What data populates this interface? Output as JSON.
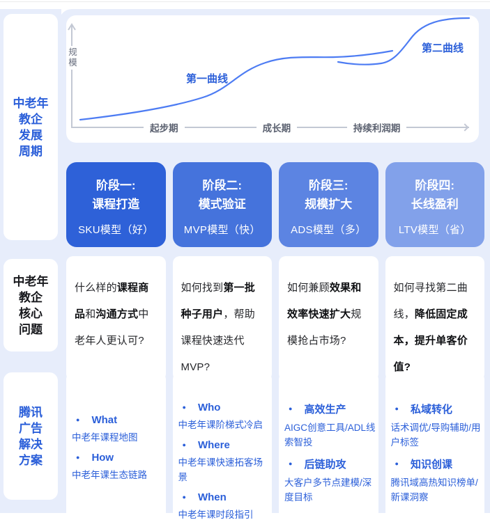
{
  "meta": {
    "panel_color": "#e7edfb",
    "accent_blue": "#2b5fd9",
    "curve_color": "#4d7cf3"
  },
  "sidebar": {
    "sections": [
      {
        "id": "dev-cycle",
        "lines": [
          "中老年",
          "教企",
          "发展",
          "周期"
        ],
        "color": "#2b5fd9"
      },
      {
        "id": "core-issue",
        "lines": [
          "中老年",
          "教企",
          "核心",
          "问题"
        ],
        "color": "#17181c"
      },
      {
        "id": "solutions",
        "lines": [
          "腾讯",
          "广告",
          "解决",
          "方案"
        ],
        "color": "#2b5fd9"
      }
    ]
  },
  "chart": {
    "type": "line",
    "y_axis_label_lines": [
      "规",
      "模"
    ],
    "phases": [
      "起步期",
      "成长期",
      "持续利润期"
    ],
    "curves": [
      {
        "name": "第一曲线"
      },
      {
        "name": "第二曲线"
      }
    ],
    "description": "两条S型增长曲线：第一曲线自起步期缓慢爬升并在成长期陡增后趋平，第二曲线在持续利润期启动并快速上升"
  },
  "stages": [
    {
      "title_line1": "阶段一:",
      "title_line2": "课程打造",
      "model": "SKU模型（好）",
      "header_color": "#2e61d8",
      "question": [
        {
          "t": "什么样的",
          "b": false
        },
        {
          "t": "课程商品",
          "b": true
        },
        {
          "t": "和",
          "b": false
        },
        {
          "t": "沟通方式",
          "b": true
        },
        {
          "t": "中老年人更认可?",
          "b": false
        }
      ],
      "solutions": [
        {
          "keyword": "What",
          "desc": "中老年课程地图"
        },
        {
          "keyword": "How",
          "desc": "中老年课生态链路"
        }
      ]
    },
    {
      "title_line1": "阶段二:",
      "title_line2": "模式验证",
      "model": "MVP模型（快）",
      "header_color": "#4573dc",
      "question": [
        {
          "t": "如何找到",
          "b": false
        },
        {
          "t": "第一批种子用户",
          "b": true
        },
        {
          "t": "，帮助课程快速迭代MVP?",
          "b": false
        }
      ],
      "solutions": [
        {
          "keyword": "Who",
          "desc": "中老年课阶梯式冷启"
        },
        {
          "keyword": "Where",
          "desc": "中老年课快速拓客场景"
        },
        {
          "keyword": "When",
          "desc": "中老年课时段指引"
        }
      ]
    },
    {
      "title_line1": "阶段三:",
      "title_line2": "规模扩大",
      "model": "ADS模型（多）",
      "header_color": "#5c84e2",
      "question": [
        {
          "t": "如何兼顾",
          "b": false
        },
        {
          "t": "效果和效率快速扩大",
          "b": true
        },
        {
          "t": "规模抢占市场?",
          "b": false
        }
      ],
      "solutions": [
        {
          "keyword": "高效生产",
          "desc": "AIGC创意工具/ADL线索智投"
        },
        {
          "keyword": "后链助攻",
          "desc": "大客户多节点建模/深度目标"
        }
      ]
    },
    {
      "title_line1": "阶段四:",
      "title_line2": "长线盈利",
      "model": "LTV模型（省）",
      "header_color": "#82a1ea",
      "question": [
        {
          "t": "如何寻找第二曲线，",
          "b": false
        },
        {
          "t": "降低固定成本，提升单客价值?",
          "b": true
        }
      ],
      "solutions": [
        {
          "keyword": "私域转化",
          "desc": "话术调优/导购辅助/用户标签"
        },
        {
          "keyword": "知识创课",
          "desc": "腾讯域高热知识榜单/新课洞察"
        }
      ]
    }
  ]
}
